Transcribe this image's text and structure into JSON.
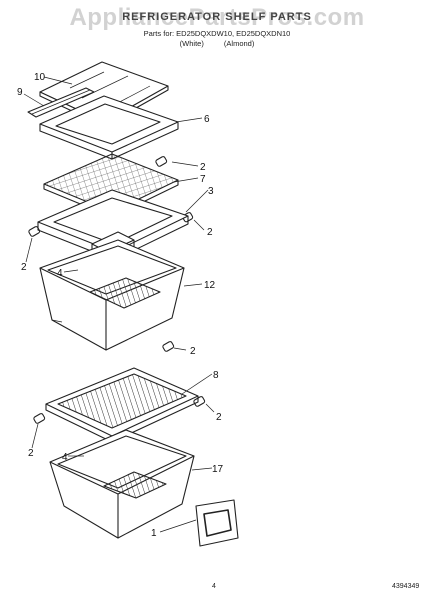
{
  "header": {
    "watermark": "AppliancePartsPros.com",
    "title": "REFRIGERATOR SHELF PARTS",
    "parts_for": "Parts for: ED25DQXDW10, ED25DQXDN10",
    "colors": "(White) (Almond)"
  },
  "callouts": [
    "10",
    "9",
    "6",
    "2",
    "7",
    "3",
    "2",
    "2",
    "4",
    "12",
    "2",
    "8",
    "2",
    "2",
    "4",
    "17",
    "1"
  ],
  "footer": {
    "page_number": "4",
    "document_number": "4394349"
  }
}
